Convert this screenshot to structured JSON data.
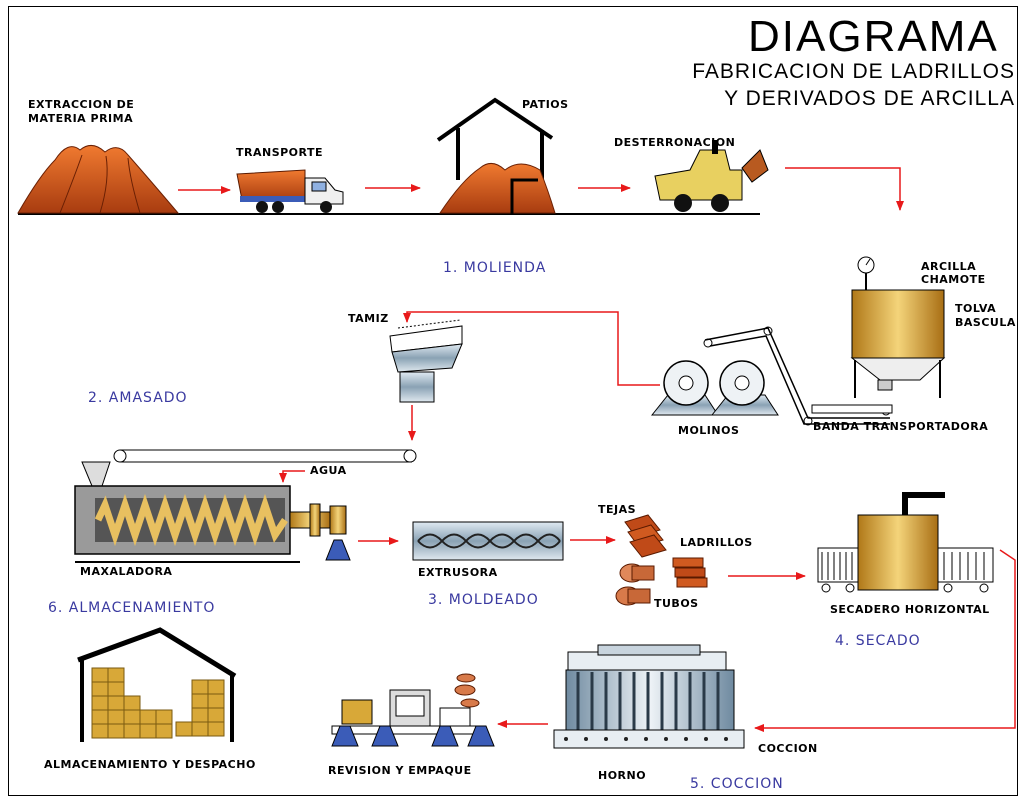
{
  "title": "DIAGRAMA",
  "subtitle_line1": "FABRICACION DE LADRILLOS",
  "subtitle_line2": "Y DERIVADOS DE ARCILLA",
  "labels": {
    "extraccion_1": "EXTRACCION DE",
    "extraccion_2": "MATERIA PRIMA",
    "transporte": "TRANSPORTE",
    "patios": "PATIOS",
    "desterronacion": "DESTERRONACION",
    "arcilla": "ARCILLA",
    "chamote": "CHAMOTE",
    "tolva": "TOLVA",
    "bascula": "BASCULA",
    "tamiz": "TAMIZ",
    "molinos": "MOLINOS",
    "banda": "BANDA TRANSPORTADORA",
    "agua": "AGUA",
    "maxaladora": "MAXALADORA",
    "extrusora": "EXTRUSORA",
    "tejas": "TEJAS",
    "ladrillos": "LADRILLOS",
    "tubos": "TUBOS",
    "secadero": "SECADERO HORIZONTAL",
    "coccion": "COCCION",
    "horno": "HORNO",
    "revision": "REVISION Y EMPAQUE",
    "almacenamiento_despacho": "ALMACENAMIENTO Y DESPACHO"
  },
  "stages": {
    "s1": "1. MOLIENDA",
    "s2": "2. AMASADO",
    "s3": "3. MOLDEADO",
    "s4": "4. SECADO",
    "s5": "5. COCCION",
    "s6": "6. ALMACENAMIENTO"
  },
  "colors": {
    "arrow": "#e8191a",
    "clay": "#d9531e",
    "clay_dark": "#8a2a08",
    "gold": "#d8a838",
    "steel": "#9bb0c0",
    "stage_text": "#3a3aa0"
  }
}
